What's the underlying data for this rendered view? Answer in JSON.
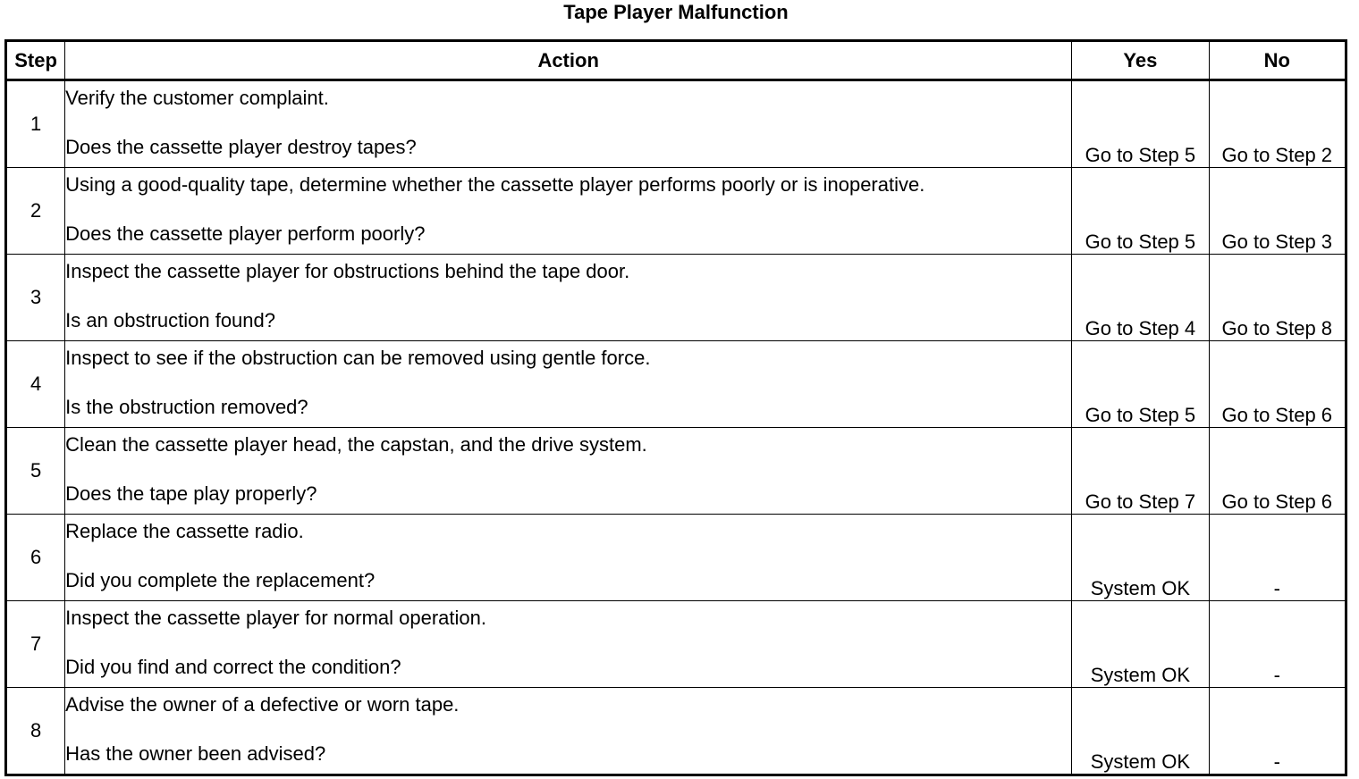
{
  "title": "Tape Player Malfunction",
  "headers": {
    "step": "Step",
    "action": "Action",
    "yes": "Yes",
    "no": "No"
  },
  "rows": [
    {
      "step": "1",
      "instruction": "Verify the customer complaint.",
      "question": "Does the cassette player destroy tapes?",
      "yes": "Go to Step 5",
      "no": "Go to Step 2"
    },
    {
      "step": "2",
      "instruction": "Using a good-quality tape, determine whether the cassette player performs poorly or is inoperative.",
      "question": "Does the cassette player perform poorly?",
      "yes": "Go to Step 5",
      "no": "Go to Step 3"
    },
    {
      "step": "3",
      "instruction": "Inspect the cassette player for obstructions behind the tape door.",
      "question": "Is an obstruction found?",
      "yes": "Go to Step 4",
      "no": "Go to Step 8"
    },
    {
      "step": "4",
      "instruction": "Inspect to see if the obstruction can be removed using gentle force.",
      "question": "Is the obstruction removed?",
      "yes": "Go to Step 5",
      "no": "Go to Step 6"
    },
    {
      "step": "5",
      "instruction": "Clean the cassette player head, the capstan, and the drive system.",
      "question": "Does the tape play properly?",
      "yes": "Go to Step 7",
      "no": "Go to Step 6"
    },
    {
      "step": "6",
      "instruction": "Replace the cassette radio.",
      "question": "Did you complete the replacement?",
      "yes": "System OK",
      "no": "-"
    },
    {
      "step": "7",
      "instruction": "Inspect the cassette player for normal operation.",
      "question": "Did you find and correct the condition?",
      "yes": "System OK",
      "no": "-"
    },
    {
      "step": "8",
      "instruction": "Advise the owner of a defective or worn tape.",
      "question": "Has the owner been advised?",
      "yes": "System OK",
      "no": "-"
    }
  ]
}
